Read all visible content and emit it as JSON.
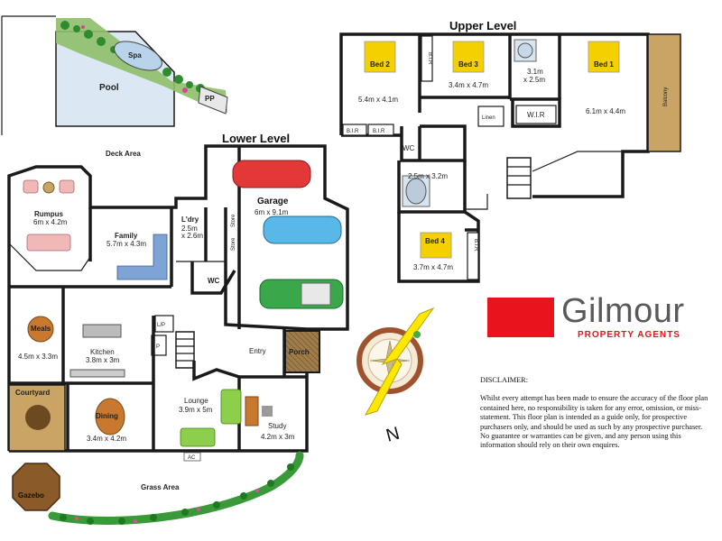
{
  "levels": {
    "upper": "Upper Level",
    "lower": "Lower Level"
  },
  "outdoor": {
    "spa": "Spa",
    "pool": "Pool",
    "pp": "PP",
    "deck": "Deck Area",
    "courtyard": "Courtyard",
    "gazebo": "Gazebo",
    "grass": "Grass Area",
    "porch": "Porch"
  },
  "lower_rooms": {
    "rumpus_name": "Rumpus",
    "rumpus_size": "6m x 4.2m",
    "family_name": "Family",
    "family_size": "5.7m x 4.3m",
    "laundry_name": "L'dry",
    "laundry_size1": "2.5m",
    "laundry_size2": "x 2.6m",
    "store": "Store",
    "garage_name": "Garage",
    "garage_size": "6m x 9.1m",
    "wc": "WC",
    "meals_name": "Meals",
    "meals_size": "4.5m x 3.3m",
    "kitchen_name": "Kitchen",
    "kitchen_size": "3.8m x 3m",
    "lp": "L/P",
    "p": "P",
    "entry": "Entry",
    "dining_name": "Dining",
    "dining_size": "3.4m x 4.2m",
    "lounge_name": "Lounge",
    "lounge_size": "3.9m x 5m",
    "study_name": "Study",
    "study_size": "4.2m x 3m",
    "ac": "AC"
  },
  "upper_rooms": {
    "bed2": "Bed 2",
    "bed2_size": "5.4m x 4.1m",
    "bed3": "Bed 3",
    "bed3_size": "3.4m x 4.7m",
    "bed1": "Bed 1",
    "bed1_size": "6.1m x 4.4m",
    "ens_size1": "3.1m",
    "ens_size2": "x 2.5m",
    "bir": "B.I.R",
    "linen": "Linen",
    "wir": "W.I.R",
    "balcony": "Balcony",
    "wc": "WC",
    "bath_size": "2.5m x 3.2m",
    "bed4": "Bed 4",
    "bed4_size": "3.7m x 4.7m"
  },
  "compass": {
    "north": "N"
  },
  "brand": {
    "name": "Gilmour",
    "tagline": "PROPERTY AGENTS",
    "red": "#e8131b",
    "grey": "#5a5a5a"
  },
  "disclaimer": {
    "title": "DISCLAIMER:",
    "text": "Whilst every attempt has been made to ensure the accuracy of the floor plan contained here, no responsibility is taken for any error, omission, or miss-statement. This floor plan is intended as a guide only, for prospective purchasers only, and should be used as such by any prospective purchaser. No guarantee or warranties can be given, and any person using this information should rely on their own enquires."
  },
  "colors": {
    "pool": "#dbe8f3",
    "timber": "#8c6a3c",
    "bed": "#f5d000",
    "garden": "#2e8b2e"
  }
}
